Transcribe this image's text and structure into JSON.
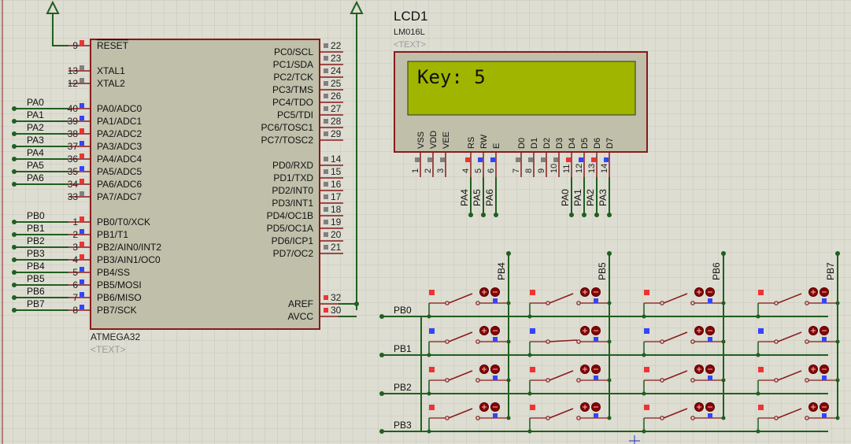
{
  "mcu": {
    "part": "ATMEGA32",
    "text_placeholder": "<TEXT>",
    "left_pins": [
      {
        "num": "9",
        "name": "RESET",
        "net": "",
        "overline": true
      },
      {
        "num": "13",
        "name": "XTAL1",
        "net": ""
      },
      {
        "num": "12",
        "name": "XTAL2",
        "net": ""
      },
      {
        "num": "40",
        "name": "PA0/ADC0",
        "net": "PA0"
      },
      {
        "num": "39",
        "name": "PA1/ADC1",
        "net": "PA1"
      },
      {
        "num": "38",
        "name": "PA2/ADC2",
        "net": "PA2"
      },
      {
        "num": "37",
        "name": "PA3/ADC3",
        "net": "PA3"
      },
      {
        "num": "36",
        "name": "PA4/ADC4",
        "net": "PA4"
      },
      {
        "num": "35",
        "name": "PA5/ADC5",
        "net": "PA5"
      },
      {
        "num": "34",
        "name": "PA6/ADC6",
        "net": "PA6"
      },
      {
        "num": "33",
        "name": "PA7/ADC7",
        "net": ""
      },
      {
        "num": "1",
        "name": "PB0/T0/XCK",
        "net": "PB0"
      },
      {
        "num": "2",
        "name": "PB1/T1",
        "net": "PB1"
      },
      {
        "num": "3",
        "name": "PB2/AIN0/INT2",
        "net": "PB2"
      },
      {
        "num": "4",
        "name": "PB3/AIN1/OC0",
        "net": "PB3"
      },
      {
        "num": "5",
        "name": "PB4/SS",
        "net": "PB4"
      },
      {
        "num": "6",
        "name": "PB5/MOSI",
        "net": "PB5"
      },
      {
        "num": "7",
        "name": "PB6/MISO",
        "net": "PB6"
      },
      {
        "num": "8",
        "name": "PB7/SCK",
        "net": "PB7"
      }
    ],
    "right_pins": [
      {
        "num": "22",
        "name": "PC0/SCL"
      },
      {
        "num": "23",
        "name": "PC1/SDA"
      },
      {
        "num": "24",
        "name": "PC2/TCK"
      },
      {
        "num": "25",
        "name": "PC3/TMS"
      },
      {
        "num": "26",
        "name": "PC4/TDO"
      },
      {
        "num": "27",
        "name": "PC5/TDI"
      },
      {
        "num": "28",
        "name": "PC6/TOSC1"
      },
      {
        "num": "29",
        "name": "PC7/TOSC2"
      },
      {
        "num": "14",
        "name": "PD0/RXD"
      },
      {
        "num": "15",
        "name": "PD1/TXD"
      },
      {
        "num": "16",
        "name": "PD2/INT0"
      },
      {
        "num": "17",
        "name": "PD3/INT1"
      },
      {
        "num": "18",
        "name": "PD4/OC1B"
      },
      {
        "num": "19",
        "name": "PD5/OC1A"
      },
      {
        "num": "20",
        "name": "PD6/ICP1"
      },
      {
        "num": "21",
        "name": "PD7/OC2"
      },
      {
        "num": "32",
        "name": "AREF"
      },
      {
        "num": "30",
        "name": "AVCC"
      }
    ]
  },
  "lcd": {
    "ref": "LCD1",
    "part": "LM016L",
    "text_placeholder": "<TEXT>",
    "screen_text": "Key: 5",
    "pins": [
      {
        "num": "1",
        "name": "VSS",
        "net": ""
      },
      {
        "num": "2",
        "name": "VDD",
        "net": ""
      },
      {
        "num": "3",
        "name": "VEE",
        "net": ""
      },
      {
        "num": "4",
        "name": "RS",
        "net": "PA4"
      },
      {
        "num": "5",
        "name": "RW",
        "net": "PA5"
      },
      {
        "num": "6",
        "name": "E",
        "net": "PA6"
      },
      {
        "num": "7",
        "name": "D0",
        "net": ""
      },
      {
        "num": "8",
        "name": "D1",
        "net": ""
      },
      {
        "num": "9",
        "name": "D2",
        "net": ""
      },
      {
        "num": "10",
        "name": "D3",
        "net": ""
      },
      {
        "num": "11",
        "name": "D4",
        "net": "PA0"
      },
      {
        "num": "12",
        "name": "D5",
        "net": "PA1"
      },
      {
        "num": "13",
        "name": "D6",
        "net": "PA2"
      },
      {
        "num": "14",
        "name": "D7",
        "net": "PA3"
      }
    ]
  },
  "keypad": {
    "columns": [
      "PB4",
      "PB5",
      "PB6",
      "PB7"
    ],
    "rows": [
      "PB0",
      "PB1",
      "PB2",
      "PB3"
    ]
  },
  "colors": {
    "background": "#ddddd2",
    "grid": "#c6c6ba",
    "wire": "#1f5f1f",
    "component_fill": "#c0bfaa",
    "component_border": "#8a1a1a",
    "lcd_screen": "#9fb500",
    "pin_low": "#3344ff",
    "pin_high": "#ee3333",
    "pin_floating": "#808080",
    "led": "#8a0000"
  }
}
